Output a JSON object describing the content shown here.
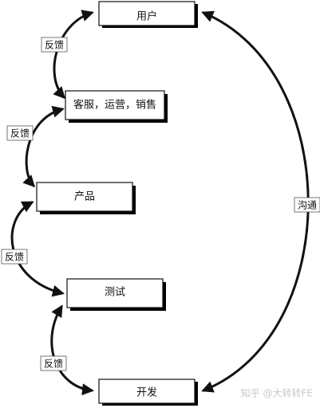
{
  "nodes": {
    "user": "用户",
    "support": "客服，运营，销售",
    "product": "产品",
    "test": "测试",
    "dev": "开发"
  },
  "edge_labels": {
    "fb1": "反馈",
    "fb2": "反馈",
    "fb3": "反馈",
    "fb4": "反馈",
    "comm": "沟通"
  },
  "watermark": "知乎 @大转转FE",
  "colors": {
    "stroke": "#111111",
    "shadow": "#000000",
    "box_fill": "#ffffff"
  }
}
